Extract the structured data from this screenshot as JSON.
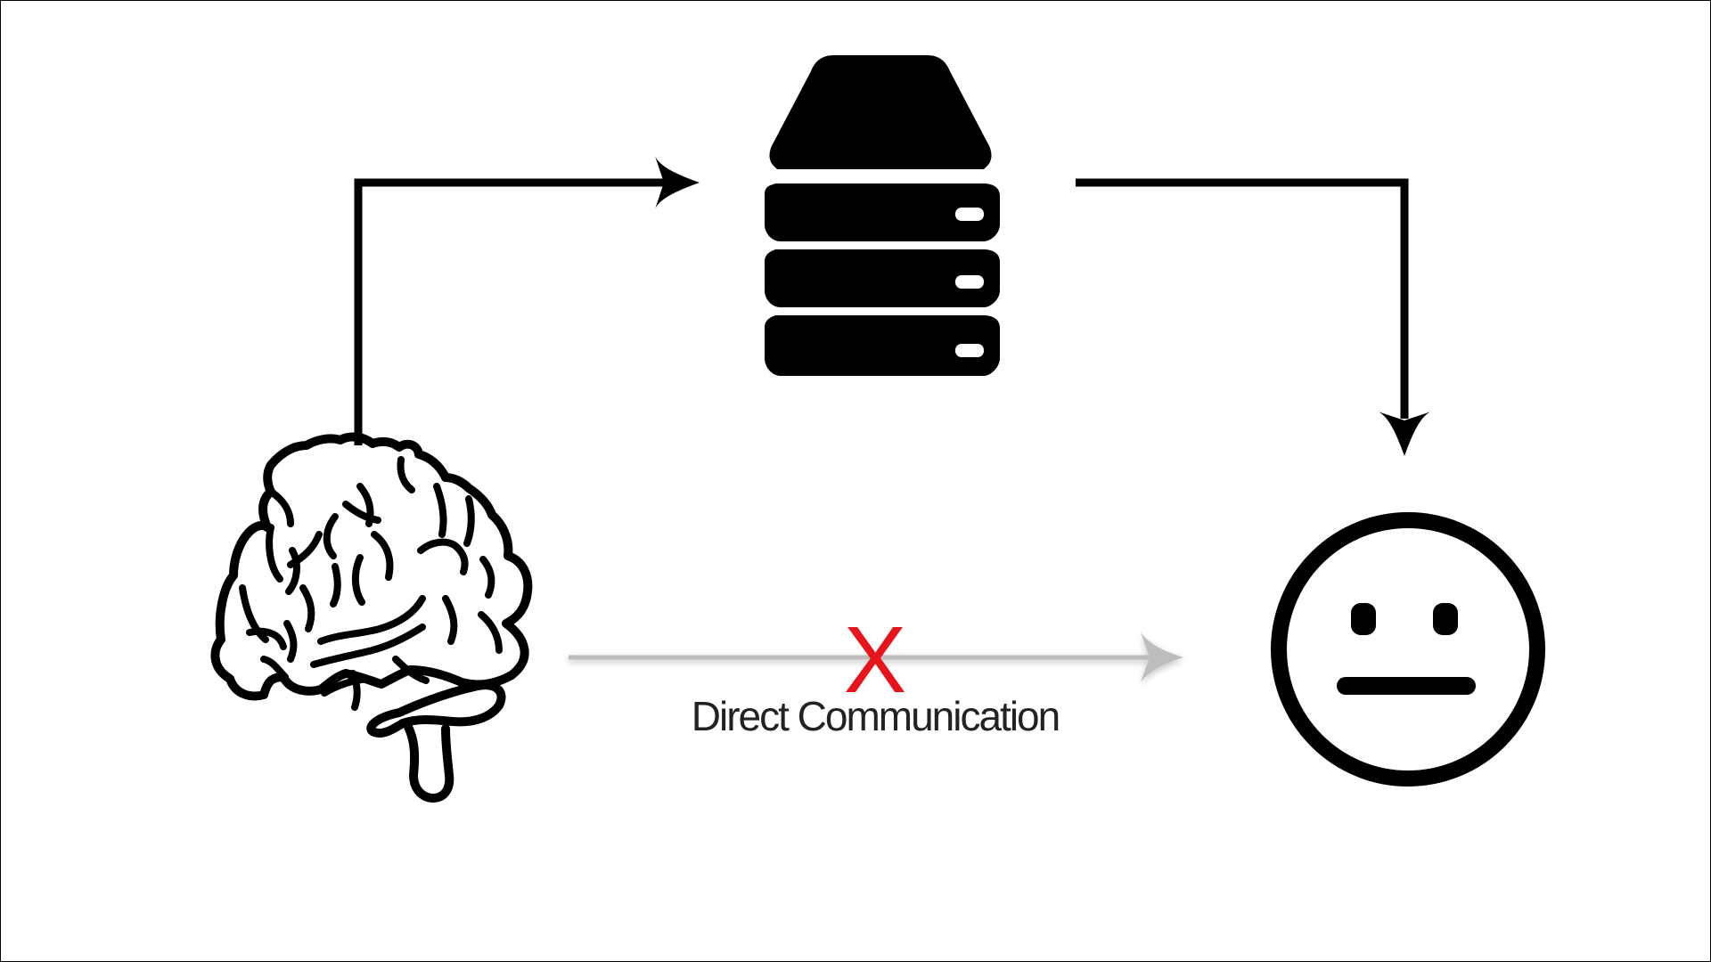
{
  "diagram": {
    "nodes": [
      {
        "id": "brain",
        "icon": "brain-icon"
      },
      {
        "id": "server",
        "icon": "server-icon"
      },
      {
        "id": "face",
        "icon": "neutral-face-icon"
      }
    ],
    "edges": [
      {
        "from": "brain",
        "to": "server",
        "style": "solid"
      },
      {
        "from": "server",
        "to": "face",
        "style": "solid"
      },
      {
        "from": "brain",
        "to": "face",
        "style": "blocked"
      }
    ],
    "blocked_edge": {
      "label": "Direct Communication",
      "block_mark": "X"
    },
    "colors": {
      "stroke": "#000000",
      "blocked_arrow": "#bdbdbd",
      "block_mark": "#e8141c",
      "label": "#222222"
    }
  }
}
